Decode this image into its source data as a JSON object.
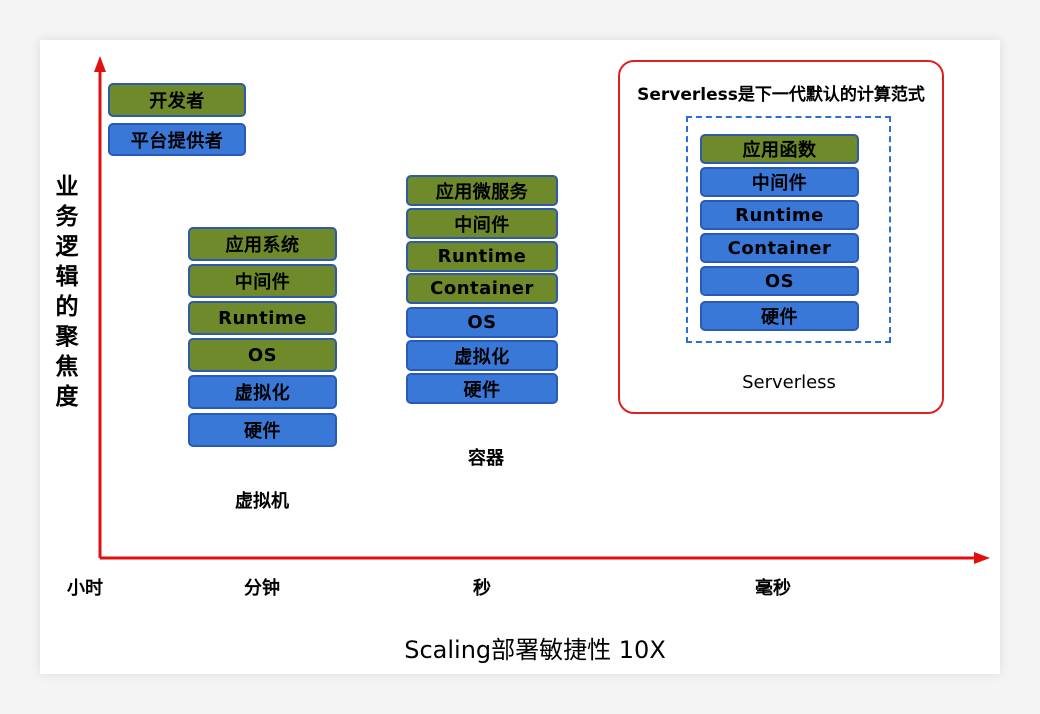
{
  "y_axis_label": "业务逻辑的聚焦度",
  "x_axis_label": "Scaling部署敏捷性 10X",
  "x_ticks": [
    "小时",
    "分钟",
    "秒",
    "毫秒"
  ],
  "legend": {
    "developer": "开发者",
    "platform": "平台提供者"
  },
  "vm": {
    "name": "虚拟机",
    "layers": [
      "应用系统",
      "中间件",
      "Runtime",
      "OS",
      "虚拟化",
      "硬件"
    ]
  },
  "container": {
    "name": "容器",
    "layers": [
      "应用微服务",
      "中间件",
      "Runtime",
      "Container",
      "OS",
      "虚拟化",
      "硬件"
    ]
  },
  "serverless": {
    "title": "Serverless是下一代默认的计算范式",
    "name": "Serverless",
    "layers": [
      "应用函数",
      "中间件",
      "Runtime",
      "Container",
      "OS",
      "硬件"
    ]
  },
  "colors": {
    "developer": "#6e8a2a",
    "platform": "#3a78d8",
    "axis": "#e01010",
    "highlight_border": "#e02020"
  }
}
